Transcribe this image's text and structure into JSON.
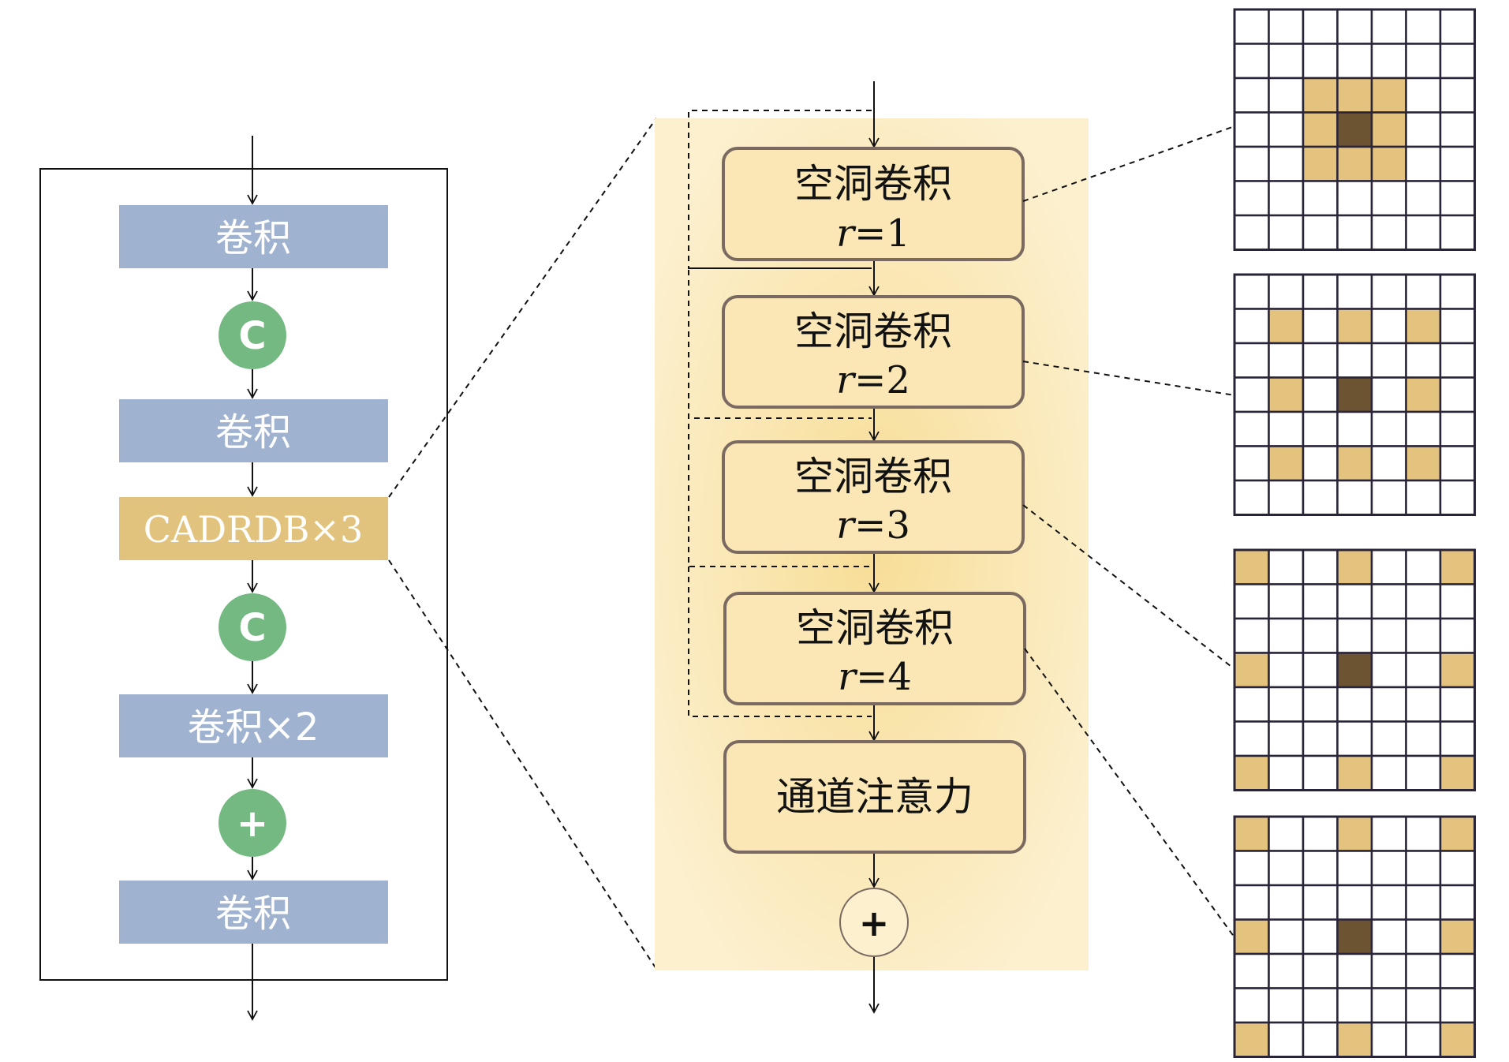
{
  "colors": {
    "blue_block": "#9fb3d1",
    "gold_block": "#e2c37e",
    "green_circle": "#74b982",
    "panel_bg": "#fbeec8",
    "box_fill": "#fbe7b5",
    "box_stroke": "#7a6a62",
    "grid_line": "#2a2438",
    "grid_light": "#e3c37e",
    "grid_center": "#6c5331"
  },
  "left_module": {
    "conv_top": "卷积",
    "concat_1": "C",
    "conv_mid": "卷积",
    "cadrdb": "CADRDB×3",
    "concat_2": "C",
    "conv_x2": "卷积×2",
    "add": "+",
    "conv_bottom": "卷积"
  },
  "cadrdb_detail": {
    "blocks": [
      {
        "title": "空洞卷积",
        "r_var": "r",
        "r_rest": "=1"
      },
      {
        "title": "空洞卷积",
        "r_var": "r",
        "r_rest": "=2"
      },
      {
        "title": "空洞卷积",
        "r_var": "r",
        "r_rest": "=3"
      },
      {
        "title": "空洞卷积",
        "r_var": "r",
        "r_rest": "=4"
      }
    ],
    "attention": "通道注意力",
    "add": "+"
  },
  "dilation_grids": [
    {
      "rate": 1,
      "size": 7,
      "center": [
        3,
        3
      ],
      "light": [
        [
          2,
          2
        ],
        [
          2,
          3
        ],
        [
          2,
          4
        ],
        [
          3,
          2
        ],
        [
          3,
          4
        ],
        [
          4,
          2
        ],
        [
          4,
          3
        ],
        [
          4,
          4
        ]
      ]
    },
    {
      "rate": 2,
      "size": 7,
      "center": [
        3,
        3
      ],
      "light": [
        [
          1,
          1
        ],
        [
          1,
          3
        ],
        [
          1,
          5
        ],
        [
          3,
          1
        ],
        [
          3,
          5
        ],
        [
          5,
          1
        ],
        [
          5,
          3
        ],
        [
          5,
          5
        ]
      ]
    },
    {
      "rate": 3,
      "size": 7,
      "center": [
        3,
        3
      ],
      "light": [
        [
          0,
          0
        ],
        [
          0,
          3
        ],
        [
          0,
          6
        ],
        [
          3,
          0
        ],
        [
          3,
          6
        ],
        [
          6,
          0
        ],
        [
          6,
          3
        ],
        [
          6,
          6
        ]
      ]
    },
    {
      "rate": 4,
      "size": 7,
      "center": [
        3,
        3
      ],
      "light": [
        [
          0,
          0
        ],
        [
          0,
          3
        ],
        [
          0,
          6
        ],
        [
          3,
          0
        ],
        [
          3,
          6
        ],
        [
          6,
          0
        ],
        [
          6,
          3
        ],
        [
          6,
          6
        ]
      ]
    }
  ]
}
